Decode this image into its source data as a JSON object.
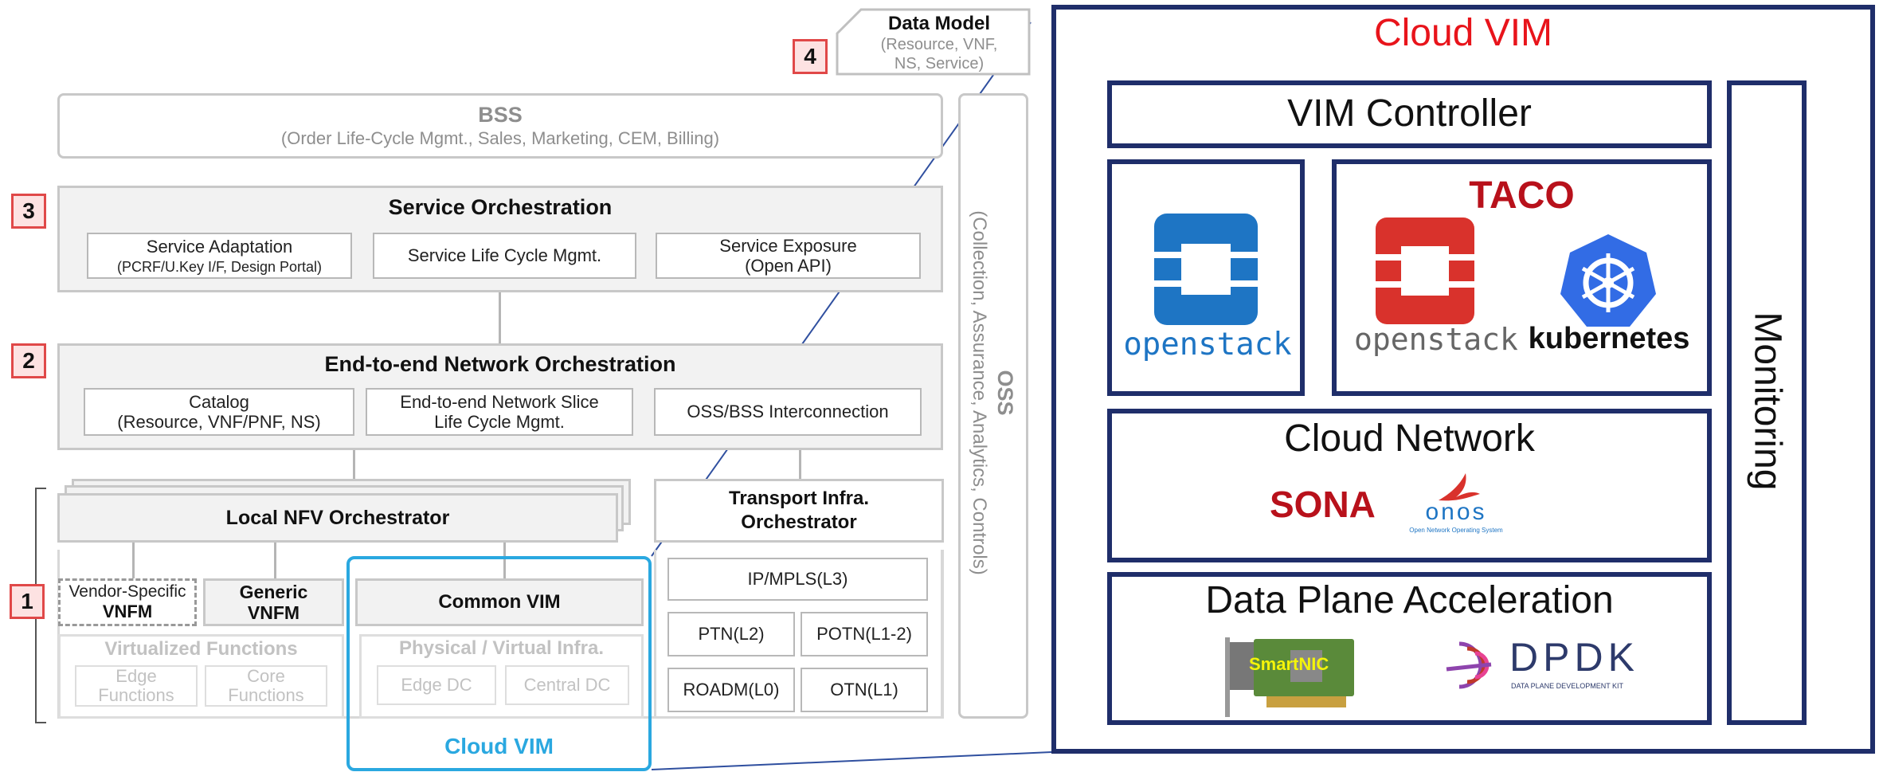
{
  "left": {
    "data_model": {
      "title": "Data Model",
      "sub": "(Resource, VNF,\nNS, Service)",
      "badge": "4"
    },
    "bss": {
      "title": "BSS",
      "sub": "(Order Life-Cycle Mgmt., Sales, Marketing, CEM, Billing)"
    },
    "oss": {
      "title": "OSS",
      "sub": "(Collection, Assurance, Analytics, Controls)"
    },
    "service_orch": {
      "badge": "3",
      "title": "Service Orchestration",
      "boxes": [
        {
          "main": "Service Adaptation",
          "sub": "(PCRF/U.Key I/F, Design Portal)"
        },
        {
          "main": "Service Life Cycle Mgmt."
        },
        {
          "main": "Service Exposure\n(Open API)"
        }
      ]
    },
    "e2e_orch": {
      "badge": "2",
      "title": "End-to-end Network Orchestration",
      "boxes": [
        "Catalog\n(Resource, VNF/PNF, NS)",
        "End-to-end Network Slice\nLife Cycle Mgmt.",
        "OSS/BSS Interconnection"
      ]
    },
    "local_nfv": {
      "title": "Local NFV Orchestrator"
    },
    "transport": {
      "title": "Transport Infra.\nOrchestrator"
    },
    "badge1": "1",
    "vnfm": {
      "vendor_line1": "Vendor-Specific",
      "vendor_line2": "VNFM",
      "generic": "Generic\nVNFM"
    },
    "virtualized": {
      "title": "Virtualized Functions",
      "edge": "Edge\nFunctions",
      "core": "Core\nFunctions"
    },
    "common_vim": {
      "title": "Common VIM"
    },
    "infra": {
      "title": "Physical / Virtual Infra.",
      "edge": "Edge DC",
      "central": "Central DC"
    },
    "cloud_vim_label": "Cloud VIM",
    "transport_cells": [
      "IP/MPLS(L3)",
      "PTN(L2)",
      "POTN(L1-2)",
      "ROADM(L0)",
      "OTN(L1)"
    ]
  },
  "right": {
    "title": "Cloud VIM",
    "vim_controller": "VIM Controller",
    "openstack_label": "openstack",
    "taco": {
      "title": "TACO",
      "openstack": "openstack",
      "kubernetes": "kubernetes"
    },
    "monitoring": "Monitoring",
    "cloud_network": {
      "title": "Cloud Network",
      "sona": "SONA",
      "onos": "onos",
      "onos_sub": "Open Network Operating System"
    },
    "dpa": {
      "title": "Data Plane Acceleration",
      "smartnic": "SmartNIC",
      "dpdk": "DPDK",
      "dpdk_sub": "DATA PLANE DEVELOPMENT KIT"
    }
  },
  "colors": {
    "navy": "#1f2e6a",
    "red_title": "#e8141b",
    "taco_red": "#b8111b",
    "cloud_vim_blue": "#2aa8e0",
    "openstack_blue": "#1e75c4",
    "openstack_red": "#d9322c",
    "k8s_blue": "#326ce5"
  }
}
